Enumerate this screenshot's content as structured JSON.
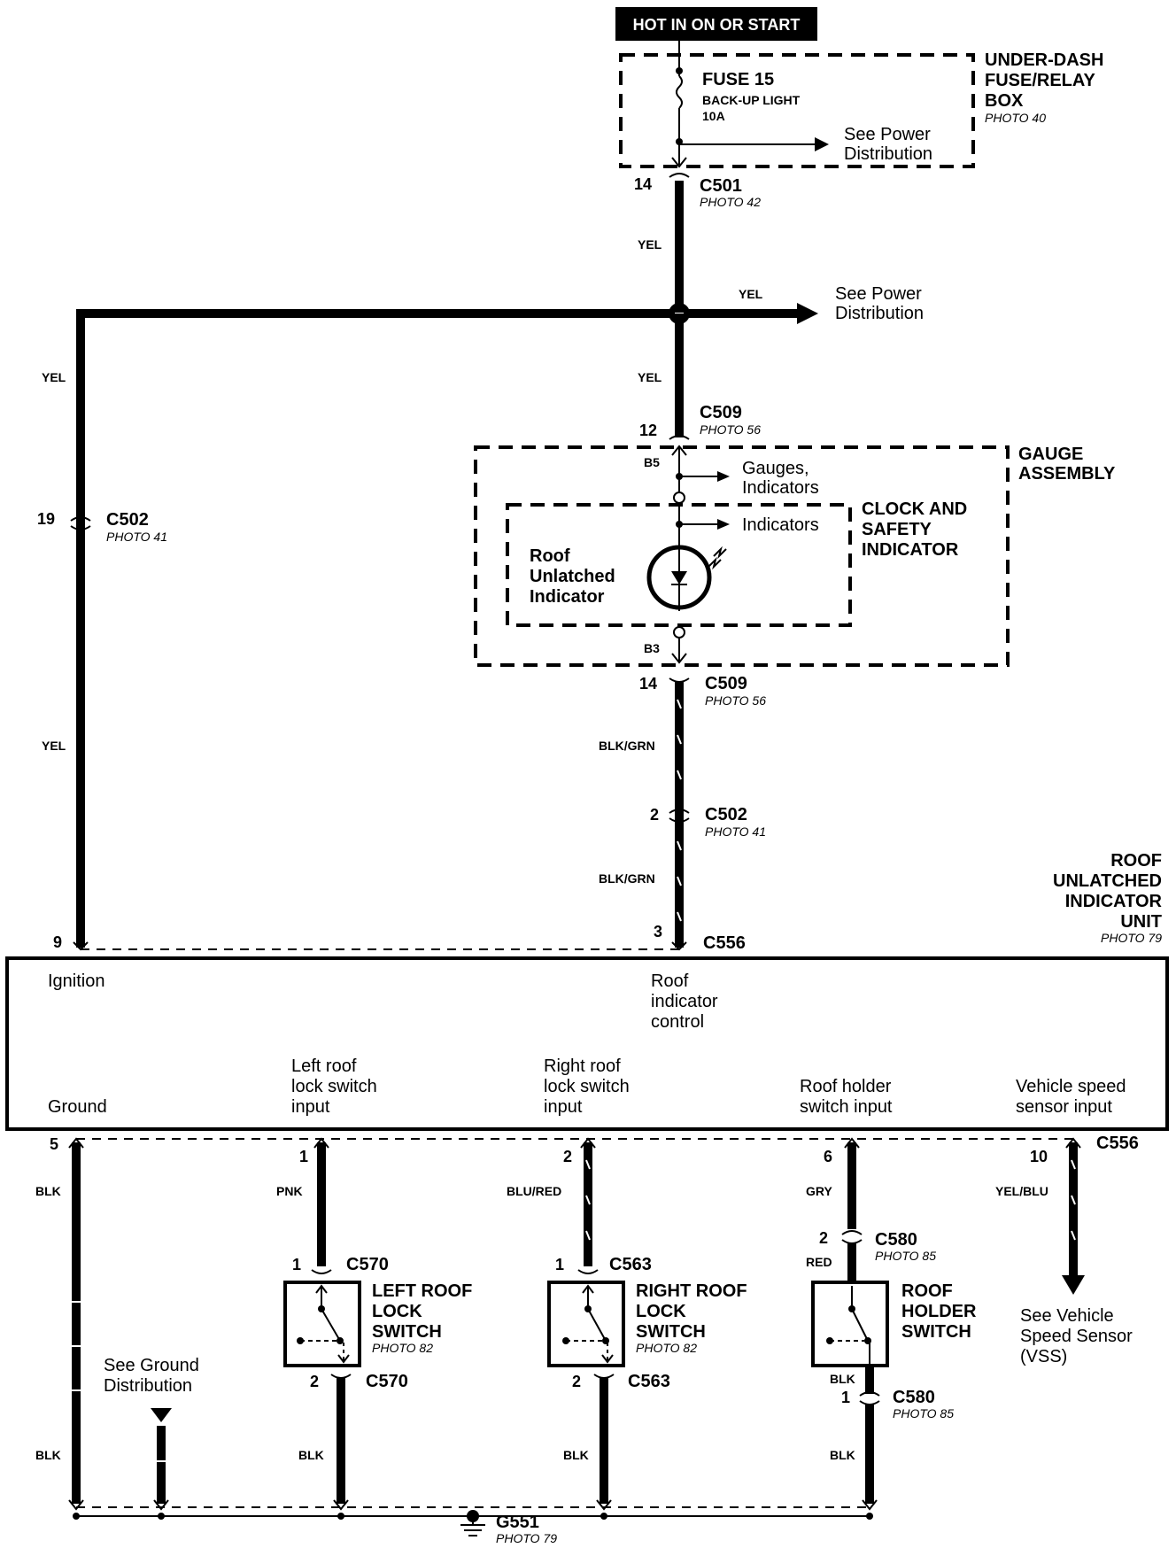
{
  "banner": "HOT IN ON OR START",
  "fusebox": {
    "title1": "UNDER-DASH",
    "title2": "FUSE/RELAY",
    "title3": "BOX",
    "photo": "PHOTO 40",
    "fuse": "FUSE 15",
    "fuse_desc": "BACK-UP LIGHT",
    "fuse_amps": "10A",
    "see1": "See Power",
    "see2": "Distribution"
  },
  "c501": {
    "pin": "14",
    "name": "C501",
    "photo": "PHOTO 42"
  },
  "wire_yel": "YEL",
  "power_dist": {
    "line1": "See Power",
    "line2": "Distribution"
  },
  "c509_top": {
    "pin": "12",
    "name": "C509",
    "photo": "PHOTO 56"
  },
  "gauge": {
    "title1": "GAUGE",
    "title2": "ASSEMBLY",
    "b5": "B5",
    "b3": "B3",
    "gauges1": "Gauges,",
    "gauges2": "Indicators",
    "indicators": "Indicators",
    "clock1": "CLOCK AND",
    "clock2": "SAFETY",
    "clock3": "INDICATOR",
    "roof1": "Roof",
    "roof2": "Unlatched",
    "roof3": "Indicator"
  },
  "c502_left": {
    "pin": "19",
    "name": "C502",
    "photo": "PHOTO 41"
  },
  "c509_bot": {
    "pin": "14",
    "name": "C509",
    "photo": "PHOTO 56"
  },
  "wire_blkgrn": "BLK/GRN",
  "c502_mid": {
    "pin": "2",
    "name": "C502",
    "photo": "PHOTO 41"
  },
  "unit": {
    "title1": "ROOF",
    "title2": "UNLATCHED",
    "title3": "INDICATOR",
    "title4": "UNIT",
    "photo": "PHOTO 79",
    "ignition": "Ignition",
    "roof_ctrl1": "Roof",
    "roof_ctrl2": "indicator",
    "roof_ctrl3": "control",
    "ground": "Ground",
    "left1": "Left roof",
    "left2": "lock switch",
    "left3": "input",
    "right1": "Right roof",
    "right2": "lock switch",
    "right3": "input",
    "holder1": "Roof holder",
    "holder2": "switch input",
    "vss1": "Vehicle speed",
    "vss2": "sensor input"
  },
  "c556": {
    "name": "C556",
    "pin9": "9",
    "pin3": "3",
    "pin5": "5",
    "pin1": "1",
    "pin2": "2",
    "pin6": "6",
    "pin10": "10"
  },
  "wires_bottom": {
    "blk": "BLK",
    "pnk": "PNK",
    "blured": "BLU/RED",
    "gry": "GRY",
    "yelblu": "YEL/BLU",
    "red": "RED"
  },
  "left_switch": {
    "name1": "LEFT ROOF",
    "name2": "LOCK",
    "name3": "SWITCH",
    "photo": "PHOTO 82",
    "conn": "C570",
    "pin1": "1",
    "pin2": "2"
  },
  "right_switch": {
    "name1": "RIGHT ROOF",
    "name2": "LOCK",
    "name3": "SWITCH",
    "photo": "PHOTO 82",
    "conn": "C563",
    "pin1": "1",
    "pin2": "2"
  },
  "holder_switch": {
    "name1": "ROOF",
    "name2": "HOLDER",
    "name3": "SWITCH",
    "conn": "C580",
    "photo": "PHOTO 85",
    "pin2": "2",
    "pin1": "1"
  },
  "vss": {
    "line1": "See Vehicle",
    "line2": "Speed Sensor",
    "line3": "(VSS)"
  },
  "ground_dist": {
    "line1": "See Ground",
    "line2": "Distribution"
  },
  "g551": {
    "name": "G551",
    "photo": "PHOTO 79"
  }
}
